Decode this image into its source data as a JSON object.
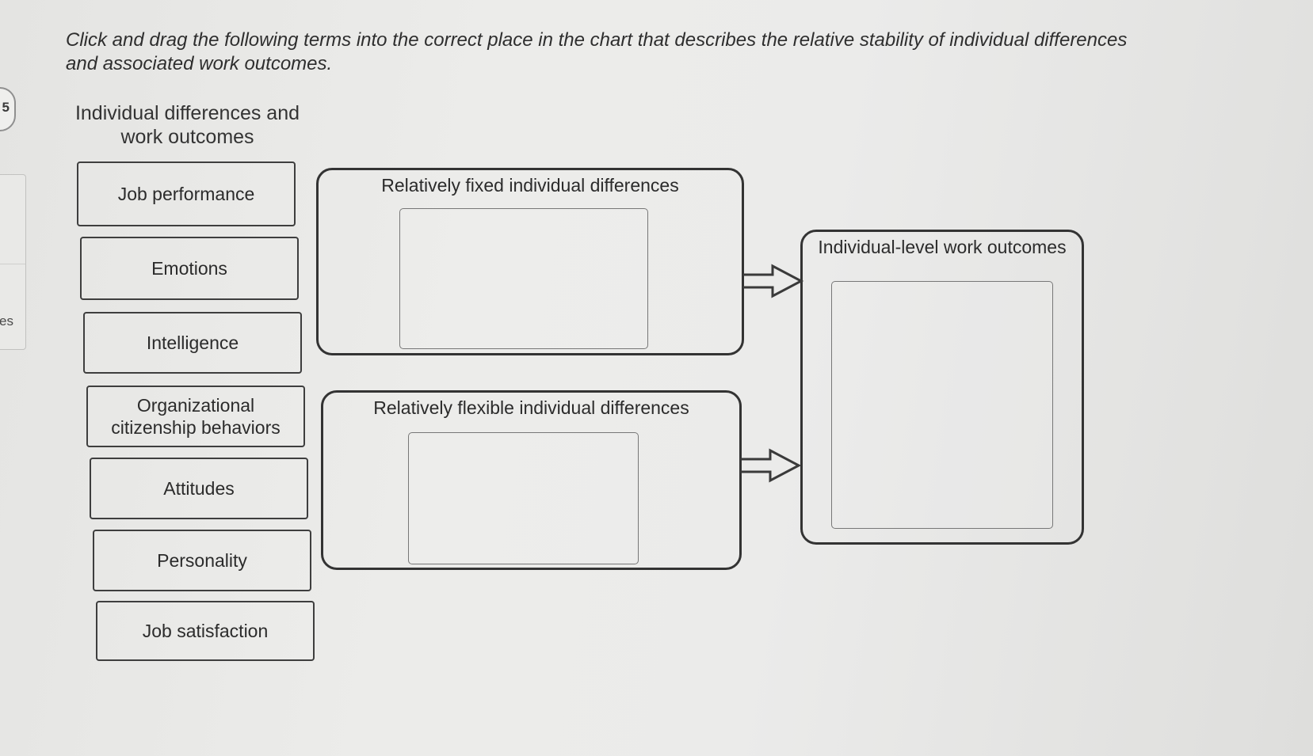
{
  "instruction": "Click and drag the following terms into the correct place in the chart that describes the relative stability of individual differences and associated work outcomes.",
  "question_number": "5",
  "side_panel_text": "es",
  "term_bank": {
    "heading": "Individual differences and work outcomes",
    "terms": [
      "Job performance",
      "Emotions",
      "Intelligence",
      "Organizational citizenship behaviors",
      "Attitudes",
      "Personality",
      "Job satisfaction"
    ]
  },
  "chart": {
    "fixed_title": "Relatively fixed individual differences",
    "flexible_title": "Relatively flexible individual differences",
    "outcomes_title": "Individual-level work outcomes"
  },
  "icons": {
    "arrow": "right-arrow-icon"
  }
}
